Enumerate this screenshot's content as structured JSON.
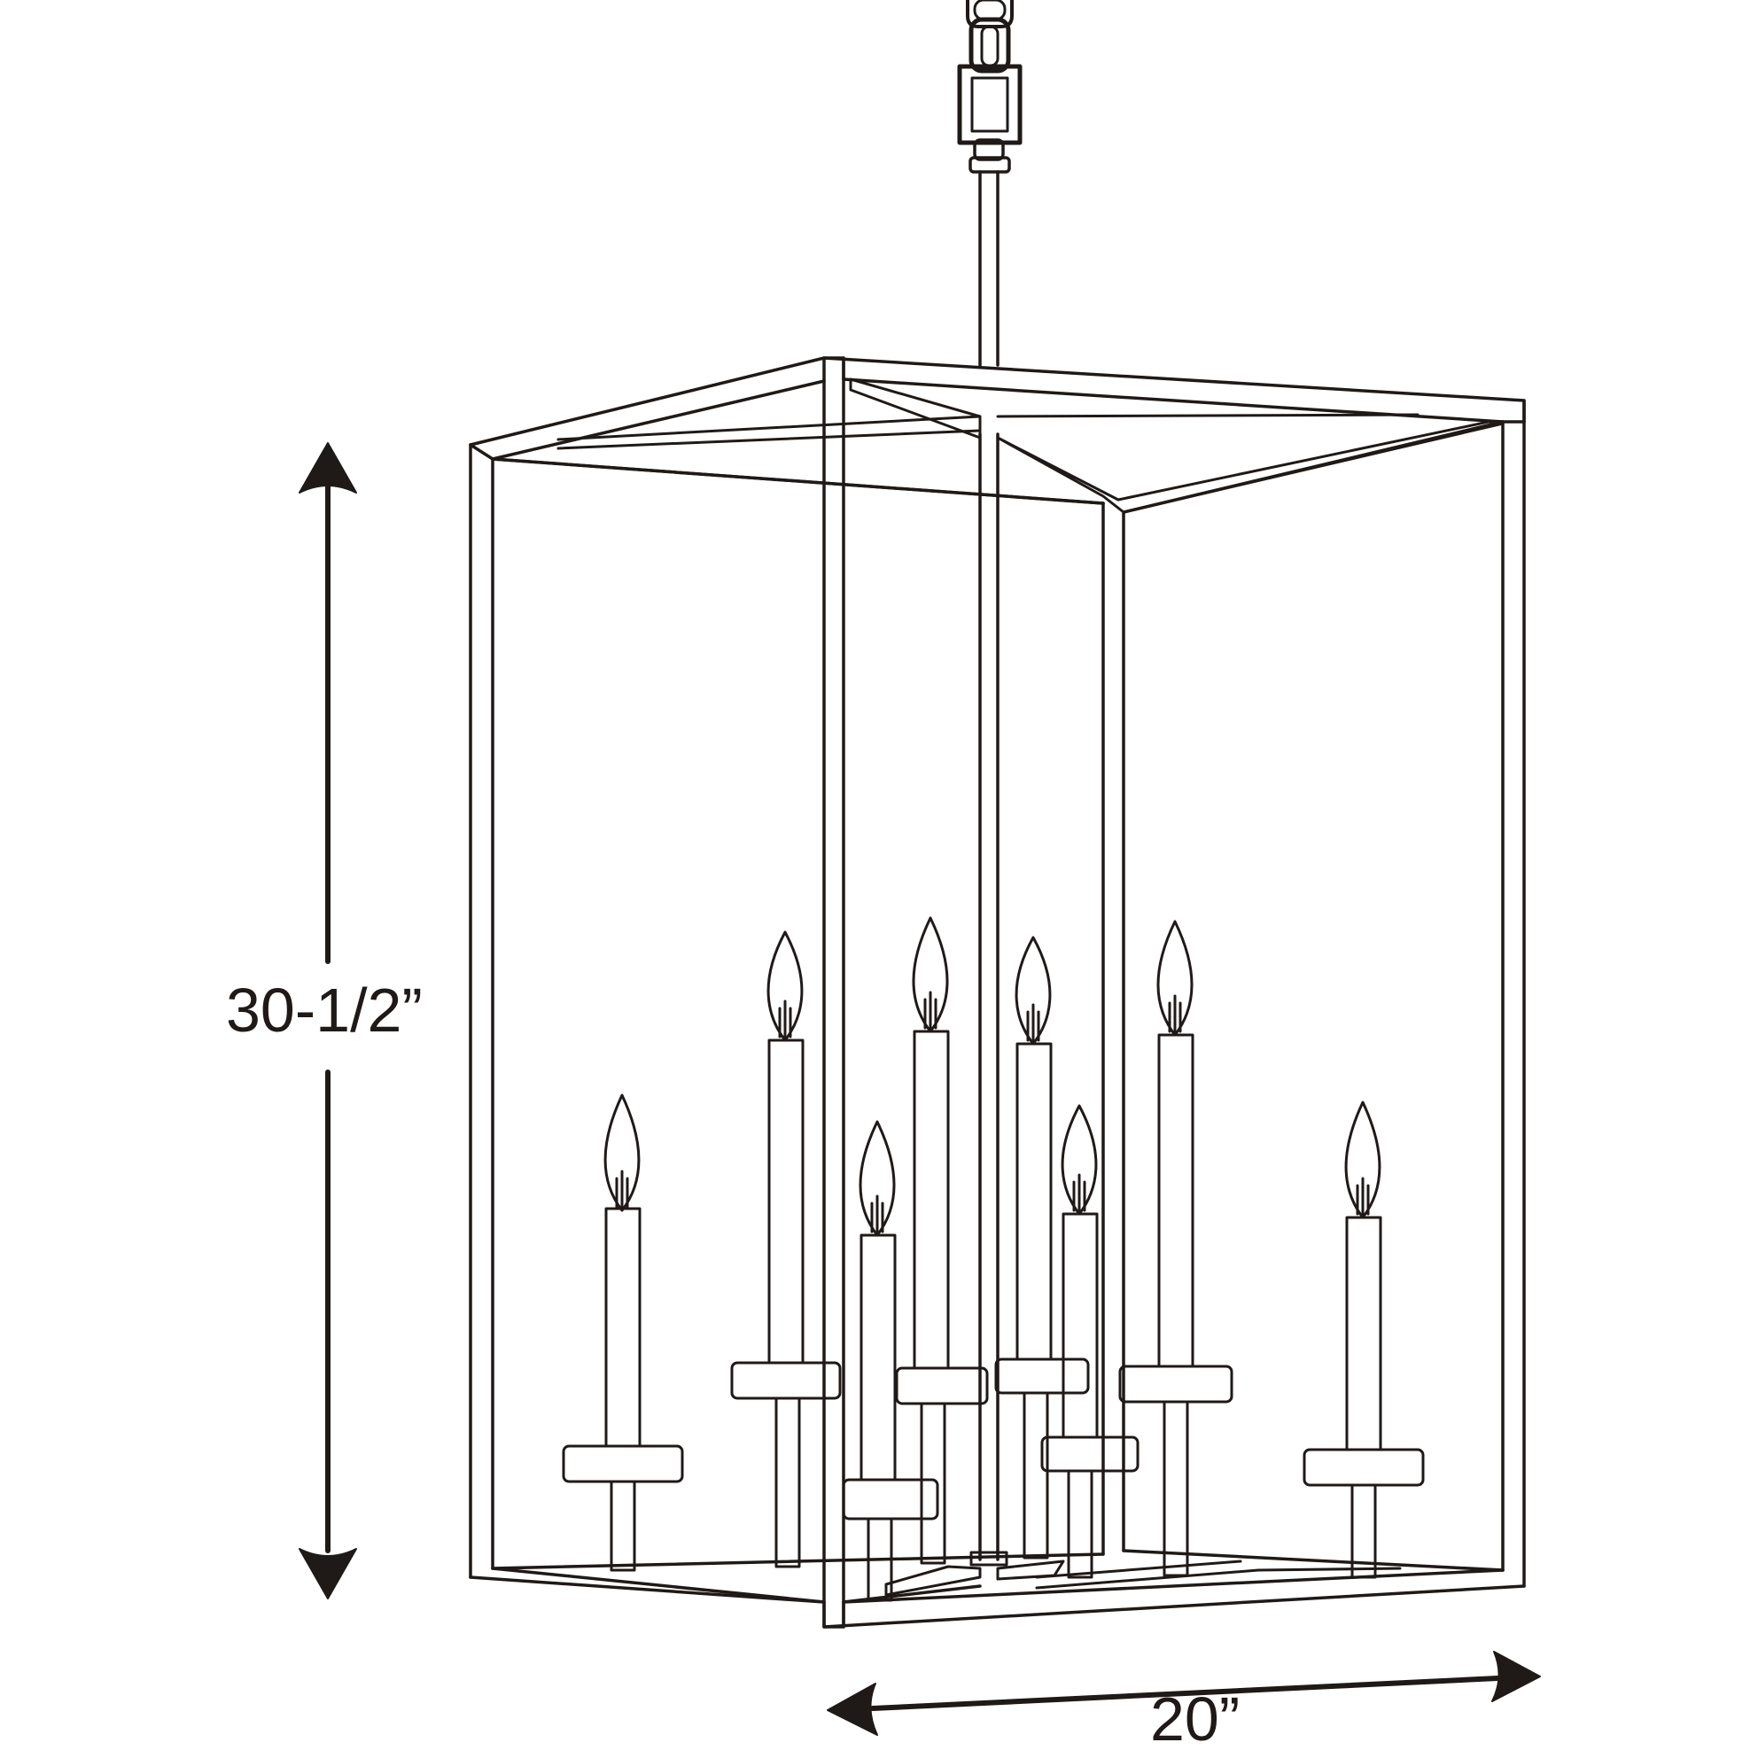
{
  "dimensions": {
    "height": "30-1/2”",
    "width": "20”"
  },
  "colors": {
    "line": "#1f1a17",
    "background": "#ffffff"
  },
  "fixture": {
    "candle_count": 8
  }
}
